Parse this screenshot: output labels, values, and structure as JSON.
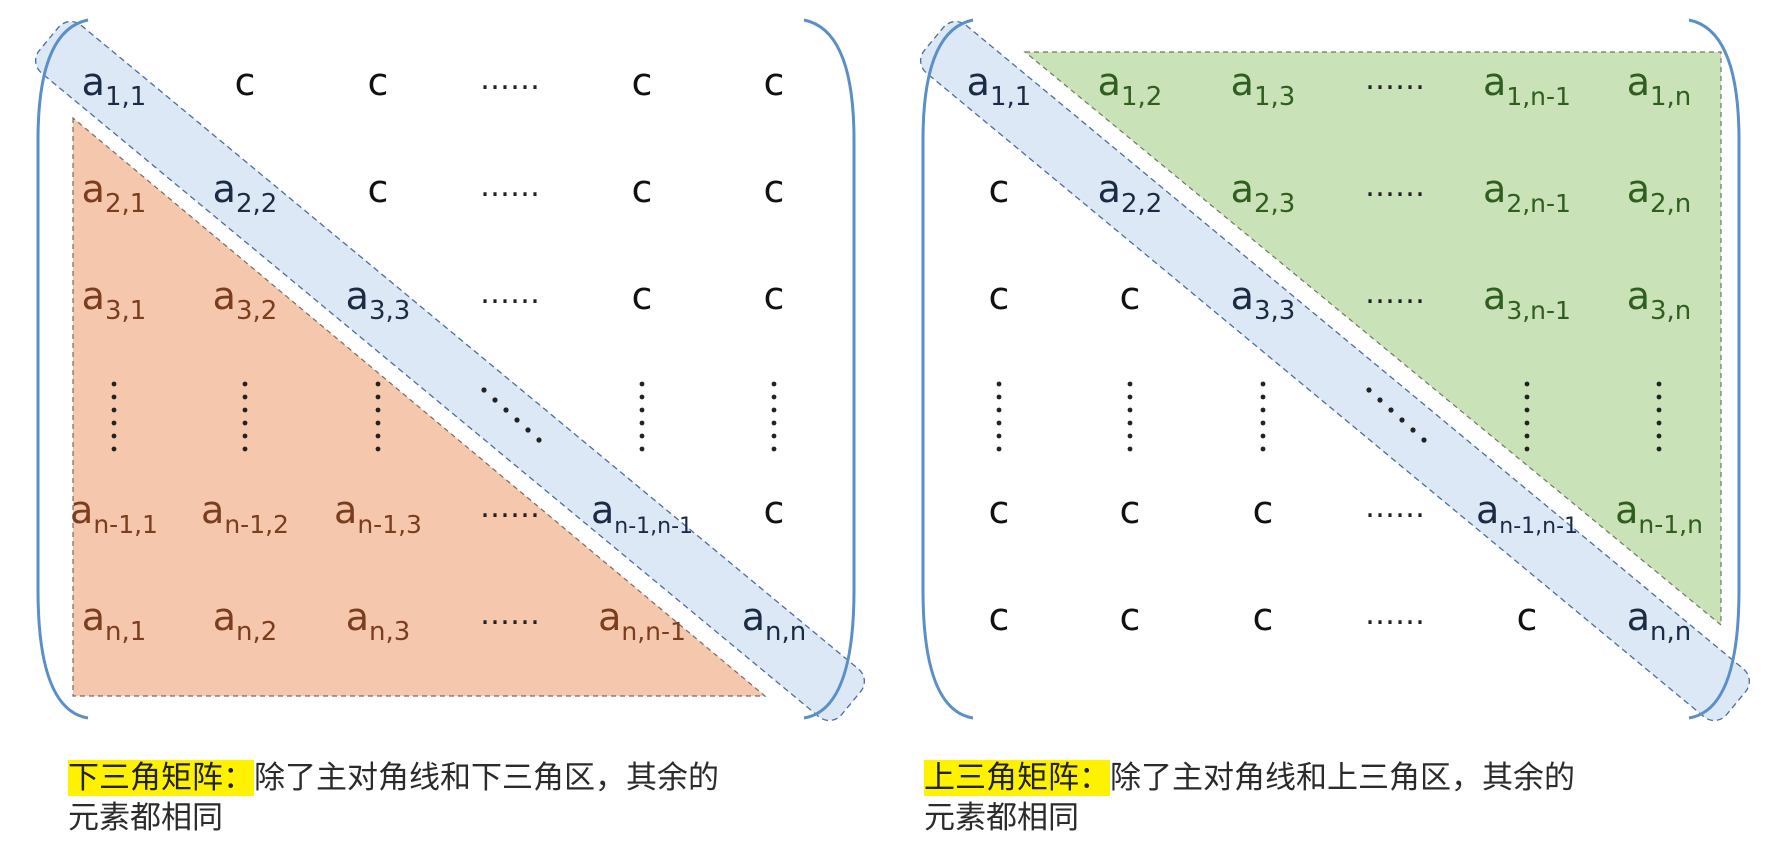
{
  "diagrams": [
    {
      "id": "lower",
      "caption_highlight": "下三角矩阵：",
      "caption_line1": "除了主对角线和下三角区，其余的",
      "caption_line2": "元素都相同",
      "cells": [
        [
          {
            "t": "a",
            "s": "1,1",
            "k": "diag"
          },
          {
            "t": "c",
            "k": "c"
          },
          {
            "t": "c",
            "k": "c"
          },
          {
            "t": "……",
            "k": "hdots"
          },
          {
            "t": "c",
            "k": "c"
          },
          {
            "t": "c",
            "k": "c"
          }
        ],
        [
          {
            "t": "a",
            "s": "2,1",
            "k": "tri"
          },
          {
            "t": "a",
            "s": "2,2",
            "k": "diag"
          },
          {
            "t": "c",
            "k": "c"
          },
          {
            "t": "……",
            "k": "hdots"
          },
          {
            "t": "c",
            "k": "c"
          },
          {
            "t": "c",
            "k": "c"
          }
        ],
        [
          {
            "t": "a",
            "s": "3,1",
            "k": "tri"
          },
          {
            "t": "a",
            "s": "3,2",
            "k": "tri"
          },
          {
            "t": "a",
            "s": "3,3",
            "k": "diag"
          },
          {
            "t": "……",
            "k": "hdots"
          },
          {
            "t": "c",
            "k": "c"
          },
          {
            "t": "c",
            "k": "c"
          }
        ],
        [
          {
            "k": "vdots"
          },
          {
            "k": "vdots"
          },
          {
            "k": "vdots"
          },
          {
            "k": "ddots"
          },
          {
            "k": "vdots"
          },
          {
            "k": "vdots"
          }
        ],
        [
          {
            "t": "a",
            "s": "n-1,1",
            "k": "tri"
          },
          {
            "t": "a",
            "s": "n-1,2",
            "k": "tri"
          },
          {
            "t": "a",
            "s": "n-1,3",
            "k": "tri"
          },
          {
            "t": "……",
            "k": "hdots"
          },
          {
            "t": "a",
            "s": "n-1,n-1",
            "k": "diag"
          },
          {
            "t": "c",
            "k": "c"
          }
        ],
        [
          {
            "t": "a",
            "s": "n,1",
            "k": "tri"
          },
          {
            "t": "a",
            "s": "n,2",
            "k": "tri"
          },
          {
            "t": "a",
            "s": "n,3",
            "k": "tri"
          },
          {
            "t": "……",
            "k": "hdots"
          },
          {
            "t": "a",
            "s": "n,n-1",
            "k": "tri"
          },
          {
            "t": "a",
            "s": "n,n",
            "k": "diag"
          }
        ]
      ]
    },
    {
      "id": "upper",
      "caption_highlight": "上三角矩阵：",
      "caption_line1": "除了主对角线和上三角区，其余的",
      "caption_line2": "元素都相同",
      "cells": [
        [
          {
            "t": "a",
            "s": "1,1",
            "k": "diag"
          },
          {
            "t": "a",
            "s": "1,2",
            "k": "tri"
          },
          {
            "t": "a",
            "s": "1,3",
            "k": "tri"
          },
          {
            "t": "……",
            "k": "hdots"
          },
          {
            "t": "a",
            "s": "1,n-1",
            "k": "tri"
          },
          {
            "t": "a",
            "s": "1,n",
            "k": "tri"
          }
        ],
        [
          {
            "t": "c",
            "k": "c"
          },
          {
            "t": "a",
            "s": "2,2",
            "k": "diag"
          },
          {
            "t": "a",
            "s": "2,3",
            "k": "tri"
          },
          {
            "t": "……",
            "k": "hdots"
          },
          {
            "t": "a",
            "s": "2,n-1",
            "k": "tri"
          },
          {
            "t": "a",
            "s": "2,n",
            "k": "tri"
          }
        ],
        [
          {
            "t": "c",
            "k": "c"
          },
          {
            "t": "c",
            "k": "c"
          },
          {
            "t": "a",
            "s": "3,3",
            "k": "diag"
          },
          {
            "t": "……",
            "k": "hdots"
          },
          {
            "t": "a",
            "s": "3,n-1",
            "k": "tri"
          },
          {
            "t": "a",
            "s": "3,n",
            "k": "tri"
          }
        ],
        [
          {
            "k": "vdots"
          },
          {
            "k": "vdots"
          },
          {
            "k": "vdots"
          },
          {
            "k": "ddots"
          },
          {
            "k": "vdots"
          },
          {
            "k": "vdots"
          }
        ],
        [
          {
            "t": "c",
            "k": "c"
          },
          {
            "t": "c",
            "k": "c"
          },
          {
            "t": "c",
            "k": "c"
          },
          {
            "t": "……",
            "k": "hdots"
          },
          {
            "t": "a",
            "s": "n-1,n-1",
            "k": "diag"
          },
          {
            "t": "a",
            "s": "n-1,n",
            "k": "tri"
          }
        ],
        [
          {
            "t": "c",
            "k": "c"
          },
          {
            "t": "c",
            "k": "c"
          },
          {
            "t": "c",
            "k": "c"
          },
          {
            "t": "……",
            "k": "hdots"
          },
          {
            "t": "c",
            "k": "c"
          },
          {
            "t": "a",
            "s": "n,n",
            "k": "diag"
          }
        ]
      ]
    }
  ],
  "colors": {
    "bracket": "#5b8fc7",
    "diag_fill": "#dce8f6",
    "diag_stroke": "#4a6e9a",
    "lower_fill": "#f5c7ad",
    "lower_text": "#7a3d1e",
    "upper_fill": "#c9e2b8",
    "upper_text": "#2f5e1e",
    "plain_text": "#111111"
  }
}
